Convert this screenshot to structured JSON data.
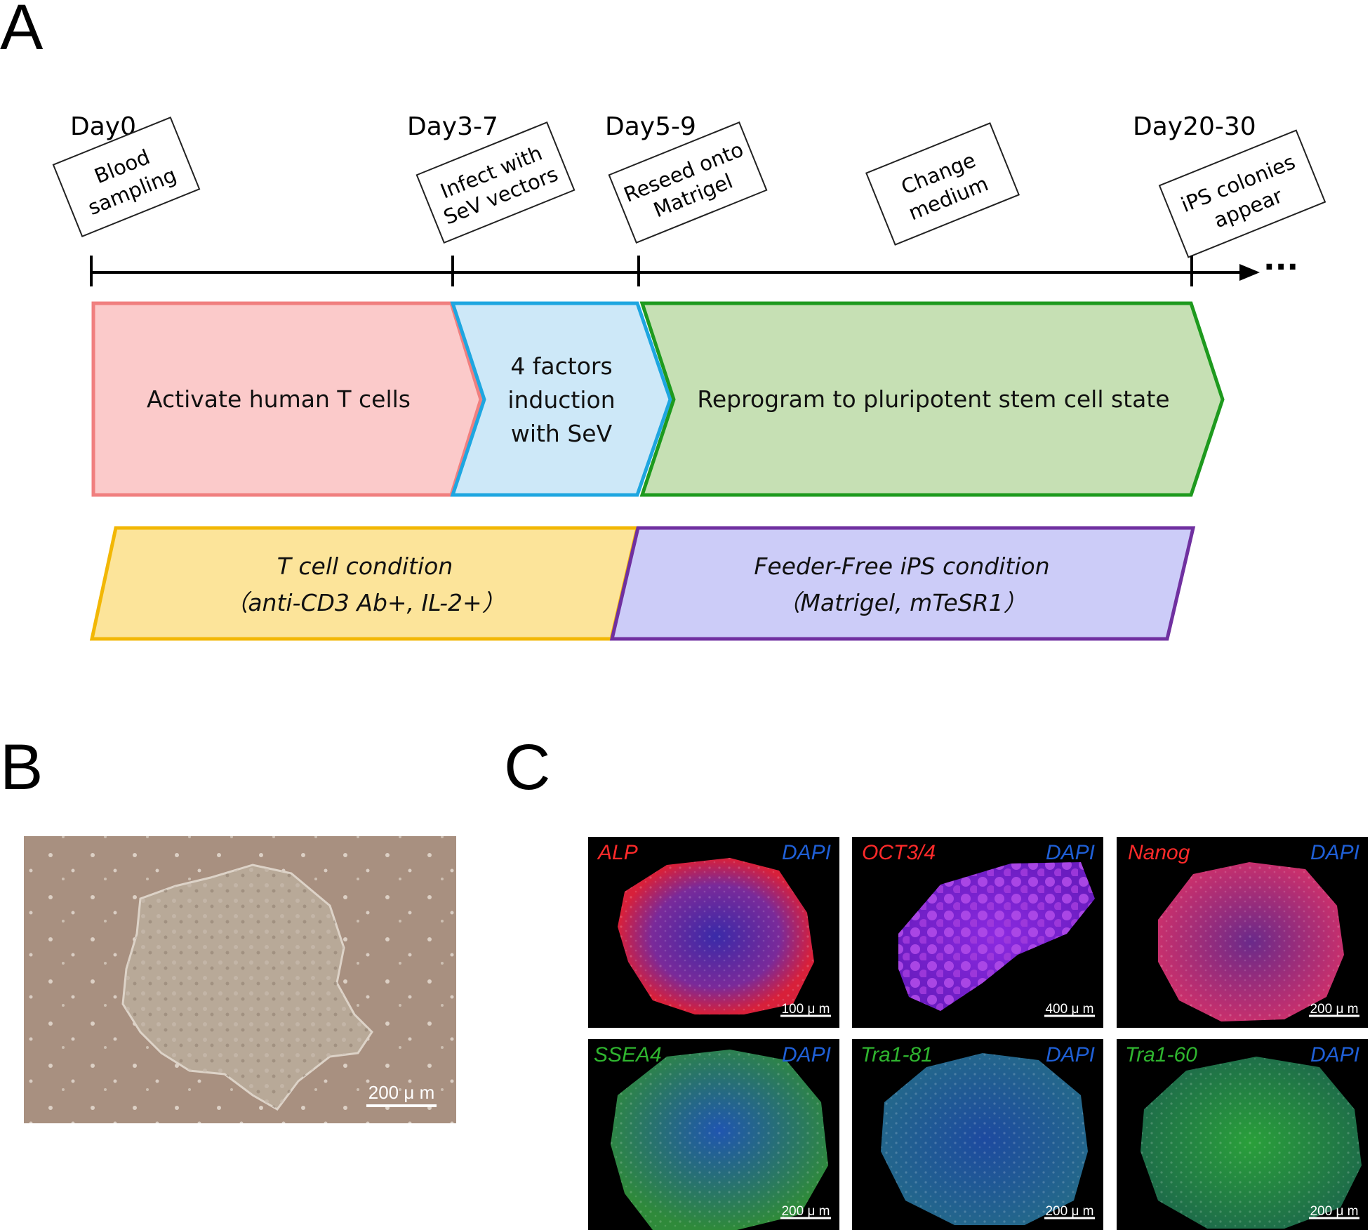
{
  "panels": {
    "a": "A",
    "b": "B",
    "c": "C"
  },
  "timeline": {
    "days": [
      "Day0",
      "Day3-7",
      "Day5-9",
      "Day20-30"
    ],
    "notes": [
      {
        "lines": [
          "Blood",
          "sampling"
        ]
      },
      {
        "lines": [
          "Infect with",
          "SeV vectors"
        ]
      },
      {
        "lines": [
          "Reseed onto",
          "Matrigel"
        ]
      },
      {
        "lines": [
          "Change",
          "medium"
        ]
      },
      {
        "lines": [
          "iPS colonies",
          "appear"
        ]
      }
    ],
    "ellipsis": "···"
  },
  "stages": [
    {
      "lines": [
        "Activate human T cells"
      ],
      "fill": "#fbcaca",
      "stroke": "#f07f7f"
    },
    {
      "lines": [
        "4 factors",
        "induction",
        "with SeV"
      ],
      "fill": "#cde8f8",
      "stroke": "#1ea6e0"
    },
    {
      "lines": [
        "Reprogram to pluripotent stem cell state"
      ],
      "fill": "#c6e0b4",
      "stroke": "#1e9a1e"
    }
  ],
  "conditions": [
    {
      "lines": [
        "T cell condition",
        "（anti-CD3 Ab+, IL-2+）"
      ],
      "fill": "#fce49a",
      "stroke": "#f2b705"
    },
    {
      "lines": [
        "Feeder-Free iPS condition",
        "（Matrigel, mTeSR1）"
      ],
      "fill": "#ccccf8",
      "stroke": "#7030a0"
    }
  ],
  "micrograph_b": {
    "scale_bar": "200 μ m"
  },
  "stain_panels": [
    {
      "marker": "ALP",
      "marker_color": "#ff2a2a",
      "counterstain": "DAPI",
      "counter_color": "#1f5fd6",
      "scale_bar": "100 μ m"
    },
    {
      "marker": "OCT3/4",
      "marker_color": "#ff2a2a",
      "counterstain": "DAPI",
      "counter_color": "#1f5fd6",
      "scale_bar": "400 μ m"
    },
    {
      "marker": "Nanog",
      "marker_color": "#ff2a2a",
      "counterstain": "DAPI",
      "counter_color": "#1f5fd6",
      "scale_bar": "200 μ m"
    },
    {
      "marker": "SSEA4",
      "marker_color": "#2fb52f",
      "counterstain": "DAPI",
      "counter_color": "#1f5fd6",
      "scale_bar": "200 μ m"
    },
    {
      "marker": "Tra1-81",
      "marker_color": "#2fb52f",
      "counterstain": "DAPI",
      "counter_color": "#1f5fd6",
      "scale_bar": "200 μ m"
    },
    {
      "marker": "Tra1-60",
      "marker_color": "#2fb52f",
      "counterstain": "DAPI",
      "counter_color": "#1f5fd6",
      "scale_bar": "200 μ m"
    }
  ]
}
